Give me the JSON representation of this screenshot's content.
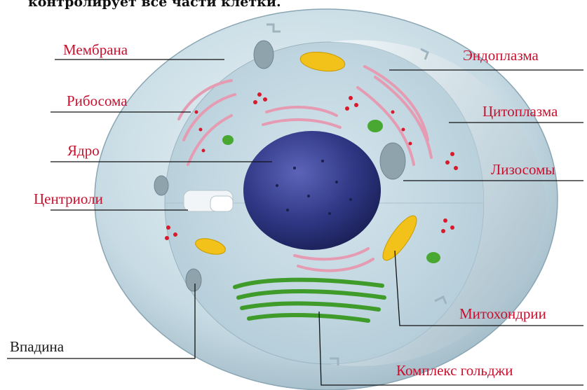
{
  "header": {
    "text": "контролирует все части клетки."
  },
  "labels": {
    "membrane": "Мембрана",
    "ribosome": "Рибосома",
    "nucleus": "Ядро",
    "centrioles": "Центриоли",
    "depression": "Впадина",
    "endoplasm": "Эндоплазма",
    "cytoplasm": "Цитоплазма",
    "lysosomes": "Лизосомы",
    "mitochondria": "Митохондрии",
    "golgi": "Комплекс гольджи"
  },
  "colors": {
    "label_red": "#c8102e",
    "label_dark": "#1a1a1a",
    "nucleus": "#2f3784",
    "cell_body": "#c9dde6",
    "golgi": "#3f9b2a",
    "mitochondria": "#f2c21b",
    "er": "#e59bb1",
    "ribosome": "#d81a2c"
  }
}
